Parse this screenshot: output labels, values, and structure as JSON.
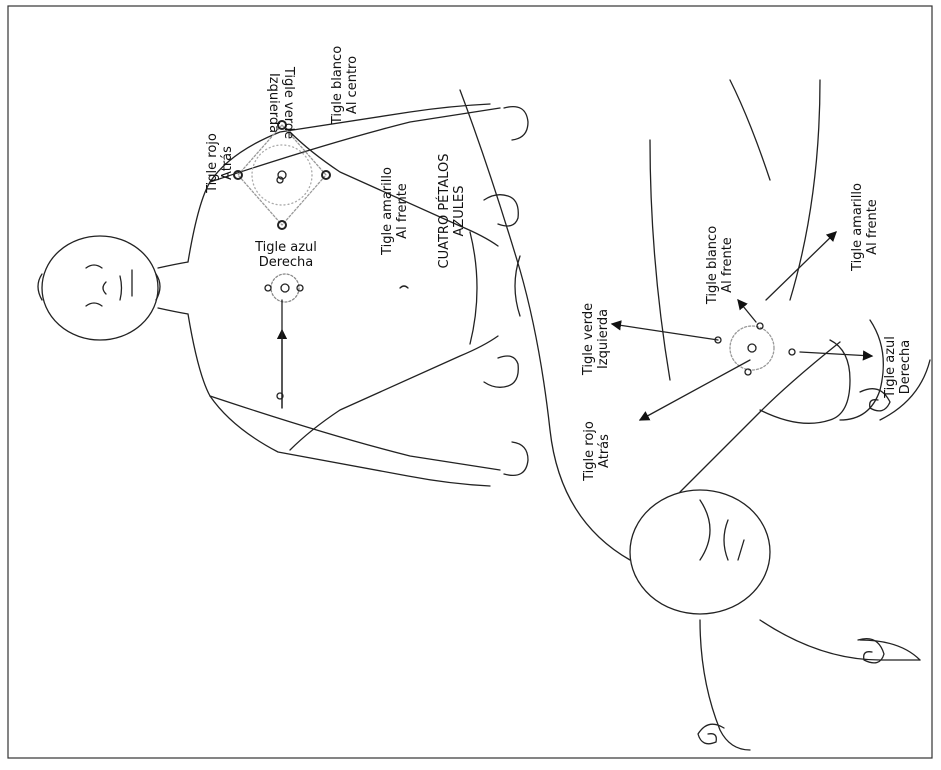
{
  "top_figure": {
    "red": [
      "Tigle rojo",
      "Atrás"
    ],
    "blue": [
      "Tigle azul",
      "Derecha"
    ],
    "green": [
      "Tigle verde",
      "Izquierda"
    ],
    "white": [
      "Tigle blanco",
      "Al centro"
    ],
    "yellow": [
      "Tigle amarillo",
      "Al frente"
    ],
    "petals": [
      "CUATRO PÉTALOS",
      "AZULES"
    ]
  },
  "bottom_figure": {
    "red": [
      "Tigle rojo",
      "Atrás"
    ],
    "green": [
      "Tigle verde",
      "Izquierda"
    ],
    "white": [
      "Tigle blanco",
      "Al frente"
    ],
    "yellow": [
      "Tigle amarillo",
      "Al frente"
    ],
    "blue": [
      "Tigle azul",
      "Derecha"
    ]
  }
}
